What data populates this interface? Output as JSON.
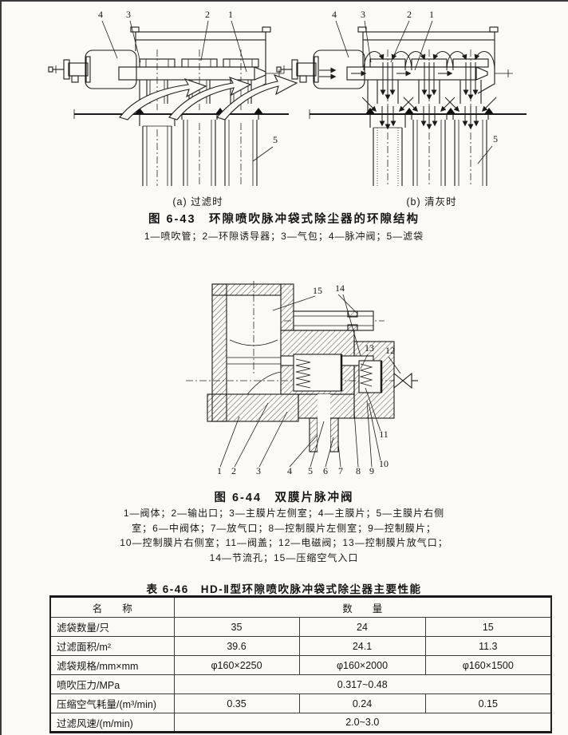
{
  "figure43": {
    "caption_a": "(a) 过滤时",
    "caption_b": "(b) 清灰时",
    "title": "图 6-43　环隙喷吹脉冲袋式除尘器的环隙结构",
    "legend": "1—喷吹管；2—环隙诱导器；3—气包；4—脉冲阀；5—滤袋",
    "part_labels_a": [
      "4",
      "3",
      "2",
      "1",
      "5"
    ],
    "part_labels_b": [
      "4",
      "3",
      "2",
      "1",
      "5"
    ]
  },
  "figure44": {
    "title": "图 6-44　双膜片脉冲阀",
    "legend_lines": [
      "1—阀体；2—输出口；3—主膜片左侧室；4—主膜片；5—主膜片右侧",
      "室；6—中阀体；7—放气口；8—控制膜片左侧室；9—控制膜片；",
      "10—控制膜片右侧室；11—阀盖；12—电磁阀；13—控制膜片放气口；",
      "14—节流孔；15—压缩空气入口"
    ],
    "part_labels": [
      "1",
      "2",
      "3",
      "4",
      "5",
      "6",
      "7",
      "8",
      "9",
      "10",
      "11",
      "12",
      "13",
      "14",
      "15"
    ]
  },
  "table46": {
    "title": "表 6-46　HD-Ⅱ型环隙喷吹脉冲袋式除尘器主要性能",
    "header": {
      "name": "名　　称",
      "quantity": "数　　量"
    },
    "rows": [
      {
        "label": "滤袋数量/只",
        "values": [
          "35",
          "24",
          "15"
        ]
      },
      {
        "label": "过滤面积/m²",
        "values": [
          "39.6",
          "24.1",
          "11.3"
        ]
      },
      {
        "label": "滤袋规格/mm×mm",
        "values": [
          "φ160×2250",
          "φ160×2000",
          "φ160×1500"
        ]
      },
      {
        "label": "喷吹压力/MPa",
        "values": [
          "0.317~0.48"
        ]
      },
      {
        "label": "压缩空气耗量/(m³/min)",
        "values": [
          "0.35",
          "0.24",
          "0.15"
        ]
      },
      {
        "label": "过滤风速/(m/min)",
        "values": [
          "2.0~3.0"
        ]
      }
    ]
  }
}
